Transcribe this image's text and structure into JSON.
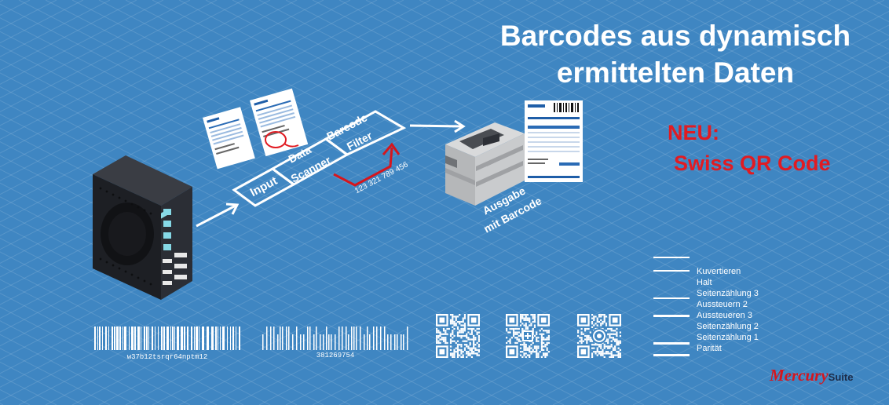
{
  "headline": {
    "line1": "Barcodes aus dynamisch",
    "line2": "ermittelten Daten"
  },
  "announcement": {
    "line1": "NEU:",
    "line2": "Swiss QR Code"
  },
  "pipeline": {
    "steps": [
      "Input",
      "Data Scanner",
      "Barcode Filter"
    ],
    "number_label": "123 321 789 456",
    "output_label_line1": "Ausgabe",
    "output_label_line2": "mit Barcode"
  },
  "barcodes": {
    "code128_text": "w37b12tsrqr64nptm12",
    "code25_text": "381269754"
  },
  "omr_legend": [
    "Kuvertieren",
    "Halt",
    "Seitenzählung 3",
    "Aussteuern 2",
    "Aussteueren 3",
    "Seitenzählung 2",
    "Seitenzählung 1",
    "Parität"
  ],
  "brand": {
    "name": "Mercury",
    "suffix": "Suite"
  },
  "colors": {
    "background": "#3f86c2",
    "accent_red": "#e11b22",
    "white": "#ffffff"
  }
}
